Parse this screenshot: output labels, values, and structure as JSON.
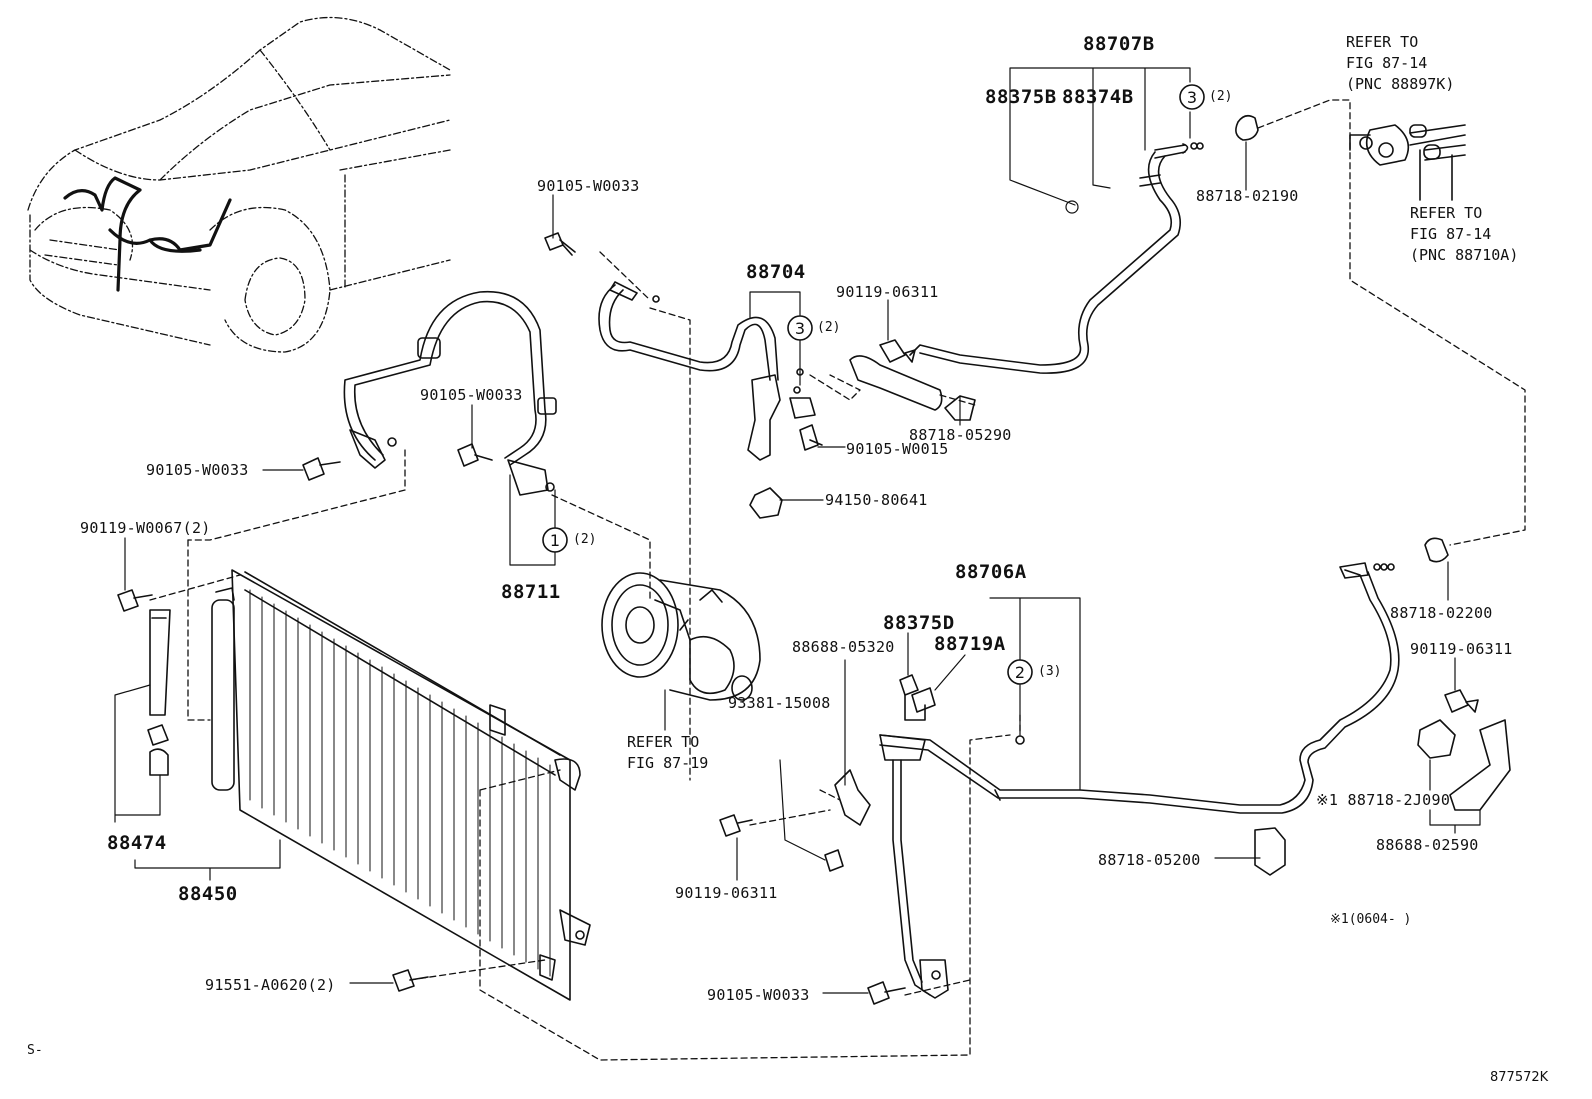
{
  "labels": {
    "p88707B": "88707B",
    "p88375B": "88375B",
    "p88374B": "88374B",
    "c3_top_qty": "(2)",
    "c3_top_num": "3",
    "p88718_02190": "88718-02190",
    "refer_top_1": "REFER TO",
    "refer_top_2": "FIG 87-14",
    "refer_top_3": "(PNC 88897K)",
    "refer_right_1": "REFER TO",
    "refer_right_2": "FIG 87-14",
    "refer_right_3": "(PNC 88710A)",
    "p90105_W0033_a": "90105-W0033",
    "p88704": "88704",
    "c3_mid_num": "3",
    "c3_mid_qty": "(2)",
    "p90119_06311_a": "90119-06311",
    "p88718_05290": "88718-05290",
    "p90105_W0015": "90105-W0015",
    "p94150_80641": "94150-80641",
    "p90105_W0033_b": "90105-W0033",
    "p90105_W0033_c": "90105-W0033",
    "p90119_W0067": "90119-W0067(2)",
    "c1_num": "1",
    "c1_qty": "(2)",
    "p88711": "88711",
    "p88706A": "88706A",
    "p88375D": "88375D",
    "p88719A": "88719A",
    "p88688_05320": "88688-05320",
    "c2_num": "2",
    "c2_qty": "(3)",
    "p88718_02200": "88718-02200",
    "p90119_06311_b": "90119-06311",
    "refer_comp_1": "REFER TO",
    "refer_comp_2": "FIG 87-19",
    "p93381_15008": "93381-15008",
    "p88718_2J090": "※1 88718-2J090",
    "p88688_02590": "88688-02590",
    "p88474": "88474",
    "p88450": "88450",
    "p90119_06311_c": "90119-06311",
    "p88718_05200": "88718-05200",
    "note_date": "※1(0604-    )",
    "p91551_A0620": "91551-A0620(2)",
    "p90105_W0033_d": "90105-W0033",
    "corner_s": "S-",
    "fig_code": "877572K"
  }
}
